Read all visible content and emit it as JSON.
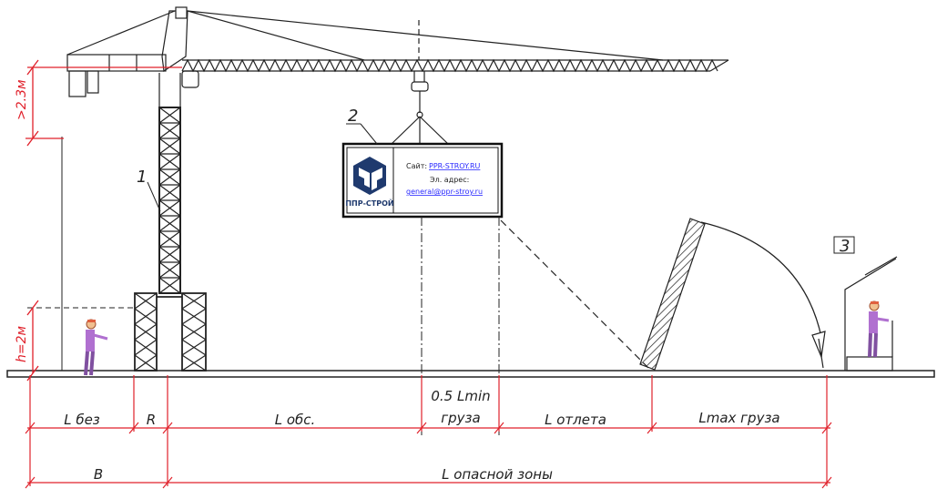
{
  "callouts": {
    "crane": "1",
    "load": "2",
    "shelter": "3"
  },
  "dimensions": {
    "height_top": ">2.3м",
    "height_bottom": "h=2м",
    "l_bez": "L без",
    "r": "R",
    "l_obs": "L обс.",
    "half_l_min_line1": "0.5 Lmin",
    "half_l_min_line2": "груза",
    "l_otleta": "L отлета",
    "l_max": "Lmax груза",
    "b": "B",
    "l_danger_zone": "L опасной зоны"
  },
  "sign": {
    "logo_text": "ППР-СТРОЙ",
    "site_label": "Сайт:",
    "site_value": "PPR-STROY.RU",
    "email_label": "Эл. адрес:",
    "email_value": "general@ppr-stroy.ru"
  },
  "colors": {
    "dimension_red": "#e0202a",
    "logo_blue": "#1f3a6e",
    "worker_purple": "#b070d0",
    "link_blue": "#2a2aff"
  }
}
